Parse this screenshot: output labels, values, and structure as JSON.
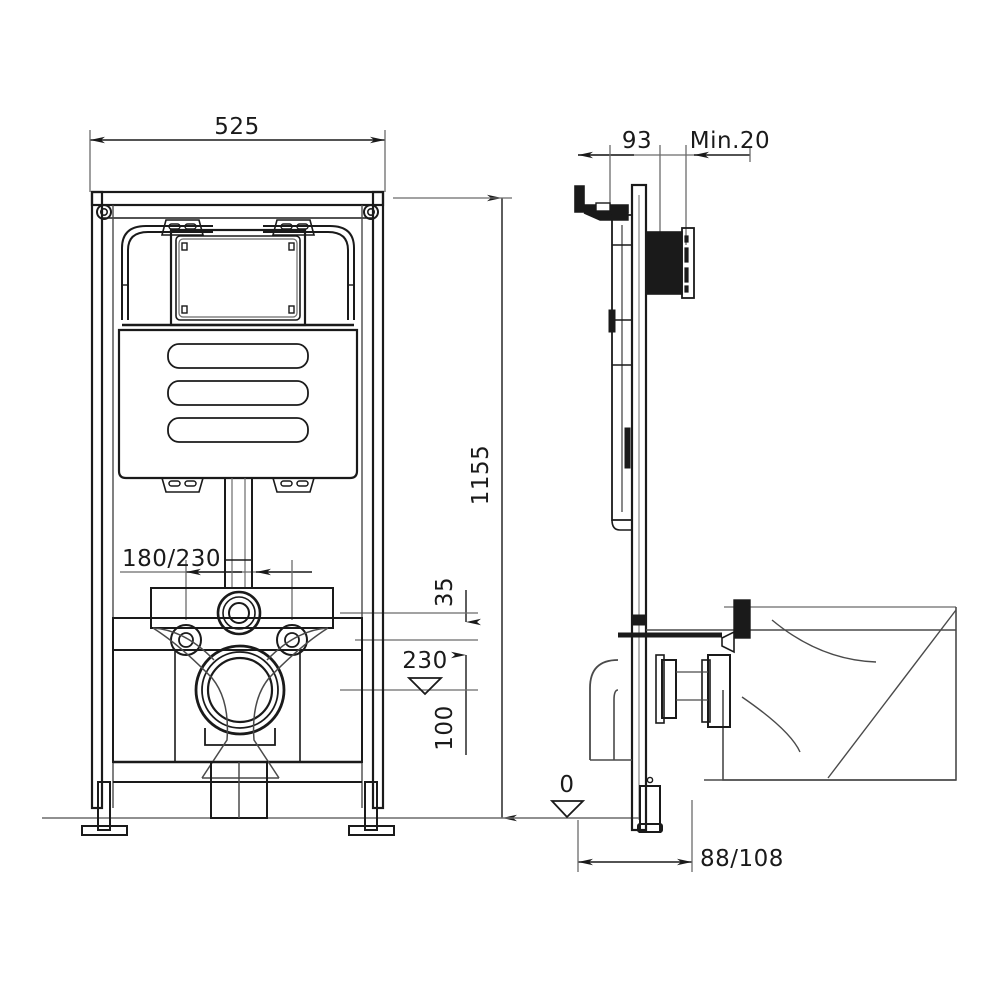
{
  "drawing": {
    "kind": "technical-drawing",
    "subject": "Concealed WC cistern installation frame with wall-hung toilet pan",
    "views": [
      "front-elevation",
      "side-elevation"
    ],
    "line_color": "#1a1a1a",
    "thin_line_color": "#6b6b6b",
    "background": "#ffffff",
    "units": "mm"
  },
  "dimensions": {
    "width_total": "525",
    "height_total": "1155",
    "depth_front": "93",
    "min_clearance": "Min.20",
    "fixing_centres": "180/230",
    "inlet_offset": "35",
    "pan_height": "230",
    "outlet_height": "100",
    "floor_datum": "0",
    "pan_projection": "88/108"
  },
  "labels": [
    {
      "id": "width-label",
      "text": "525",
      "orientation": "horizontal"
    },
    {
      "id": "depth-label",
      "text": "93",
      "orientation": "horizontal"
    },
    {
      "id": "min-clearance-label",
      "text": "Min.20",
      "orientation": "horizontal"
    },
    {
      "id": "height-label",
      "text": "1155",
      "orientation": "vertical"
    },
    {
      "id": "fixing-centres-label",
      "text": "180/230",
      "orientation": "horizontal"
    },
    {
      "id": "inlet-offset-label",
      "text": "35",
      "orientation": "vertical"
    },
    {
      "id": "pan-height-label",
      "text": "230",
      "orientation": "horizontal"
    },
    {
      "id": "outlet-height-label",
      "text": "100",
      "orientation": "vertical"
    },
    {
      "id": "floor-datum-label",
      "text": "0",
      "orientation": "horizontal"
    },
    {
      "id": "pan-projection-label",
      "text": "88/108",
      "orientation": "horizontal"
    }
  ],
  "datum_markers": [
    {
      "id": "pan-height-datum",
      "value": "230",
      "symbol": "triangle-down"
    },
    {
      "id": "floor-datum",
      "value": "0",
      "symbol": "triangle-down"
    }
  ]
}
